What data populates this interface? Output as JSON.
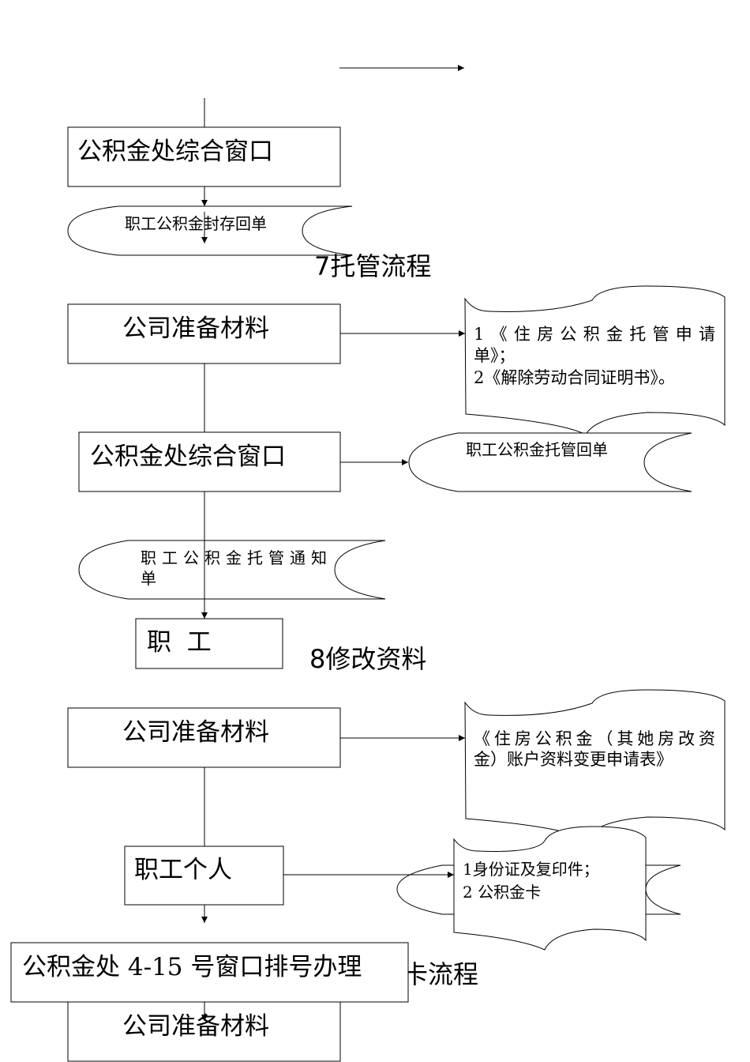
{
  "top_box": {
    "label": "公积金处综合窗口"
  },
  "seal_receipt": {
    "label": "职工公积金封存回单"
  },
  "section7": {
    "title": "7托管流程",
    "company_box": "公司准备材料",
    "docs": {
      "line1": "1《住房公积金托管申请",
      "line2": "单》；",
      "line3": "2《解除劳动合同证明书》。"
    },
    "window_box": "公积金处综合窗口",
    "receipt": "职工公积金托管回单",
    "notice": {
      "line1": "职工公积金托管通知",
      "line2": "单"
    },
    "employee_box": "职  工"
  },
  "section8": {
    "title": "8修改资料",
    "company_box": "公司准备材料",
    "docs": {
      "line1": "《住房公积金（其她房改资",
      "line2": "金）账户资料变更申请表》"
    },
    "personal_box": "职工个人",
    "personal_docs": {
      "line1": "1身份证及复印件；",
      "line2": "2 公积金卡"
    },
    "window_box": "公积金处 4-15 号窗口排号办理"
  },
  "section9": {
    "title_partial": "卡流程",
    "company_box": "公司准备材料"
  }
}
